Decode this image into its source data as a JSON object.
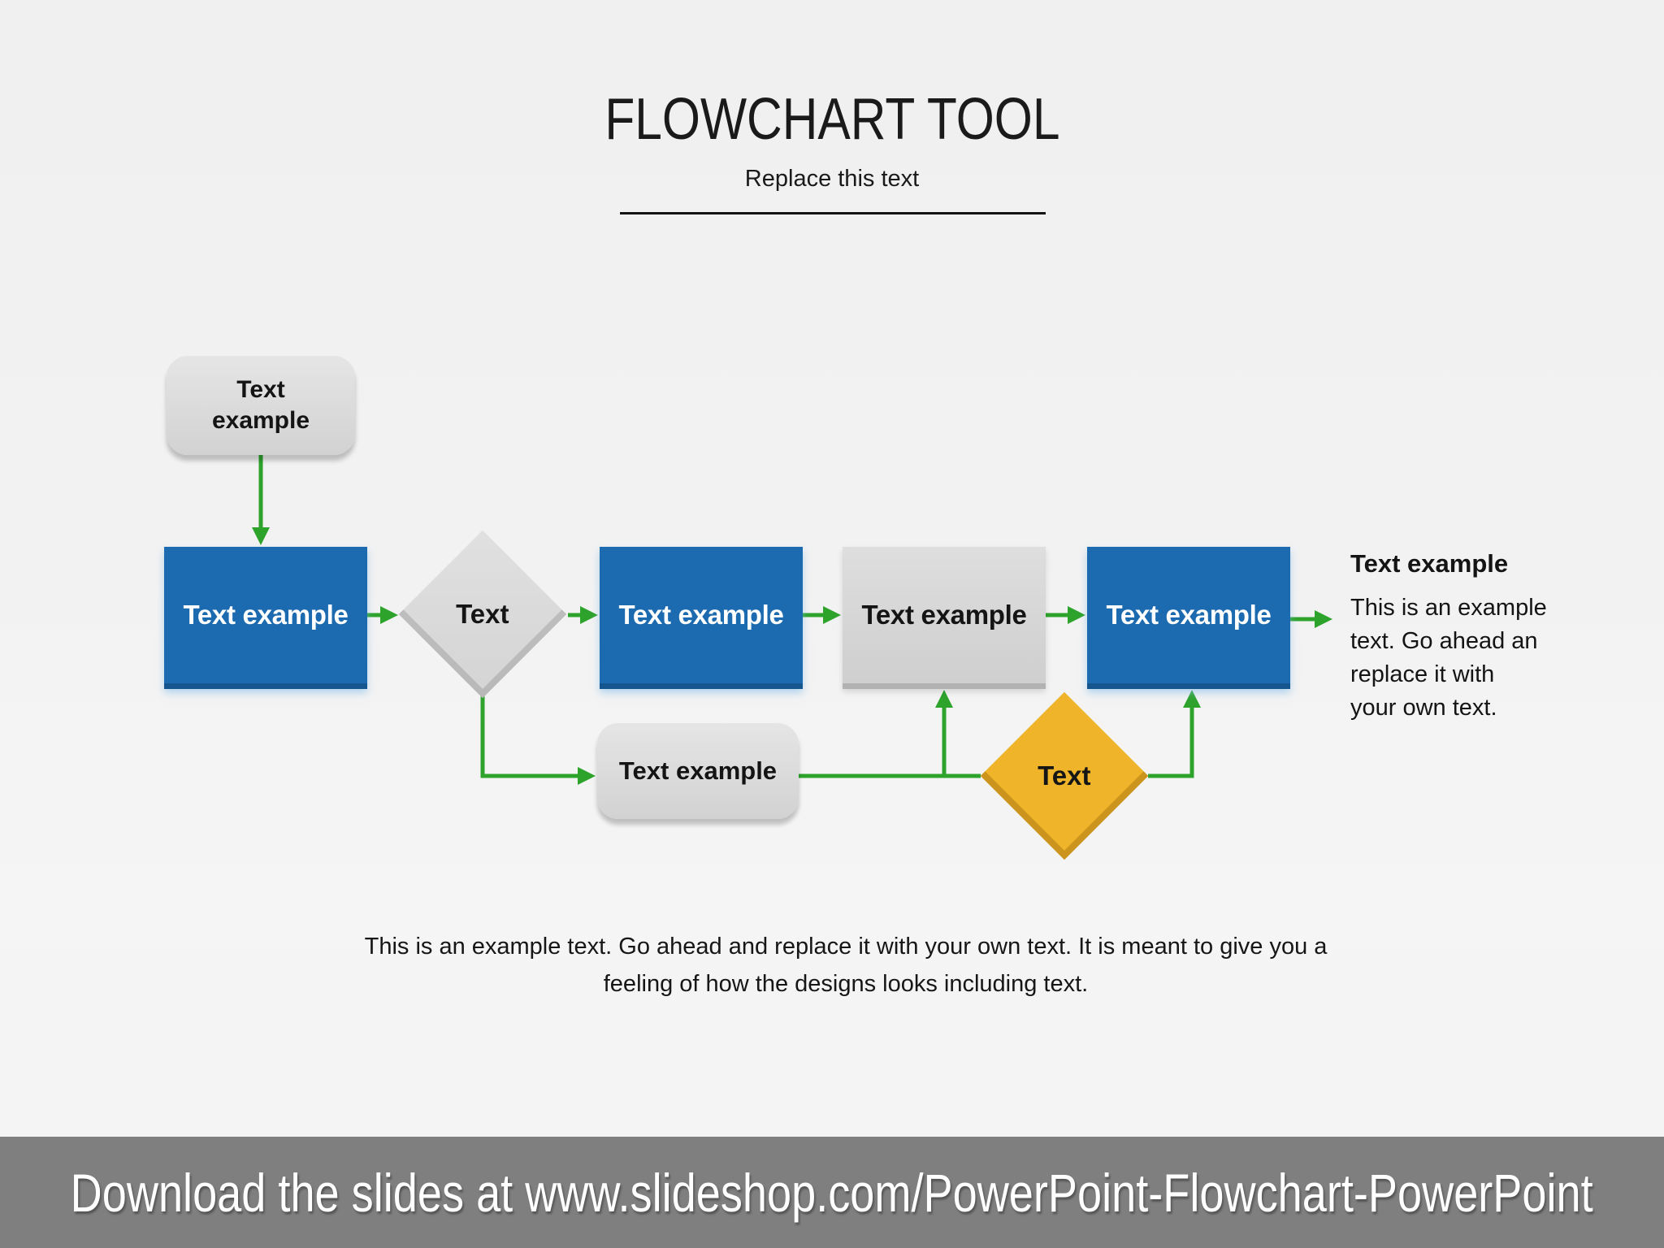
{
  "slide": {
    "title": "FLOWCHART TOOL",
    "subtitle": "Replace this text",
    "caption": {
      "line1": "This is an example text. Go ahead and replace it with your own text. It is meant to give you a",
      "line2": "feeling of how the designs looks including text."
    },
    "footer": "Download the slides at www.slideshop.com/PowerPoint-Flowchart-PowerPoint"
  },
  "flowchart": {
    "nodes": {
      "start_rounded": {
        "label": "Text example"
      },
      "process1": {
        "label": "Text example"
      },
      "decision1": {
        "label": "Text"
      },
      "process2": {
        "label": "Text example"
      },
      "process3": {
        "label": "Text example"
      },
      "process4": {
        "label": "Text example"
      },
      "rounded2": {
        "label": "Text example"
      },
      "decision2": {
        "label": "Text"
      }
    },
    "annotation": {
      "heading": "Text example",
      "body_lines": [
        "This is an example",
        "text. Go ahead an",
        "replace it with",
        "your own text."
      ]
    }
  },
  "colors": {
    "process_blue": "#1C6BB0",
    "shape_gray": "#D6D6D6",
    "decision_yellow": "#EFB429",
    "connector_green": "#2EA32C",
    "footer_bar": "#7F7F7F",
    "background": "#F2F2F2"
  }
}
